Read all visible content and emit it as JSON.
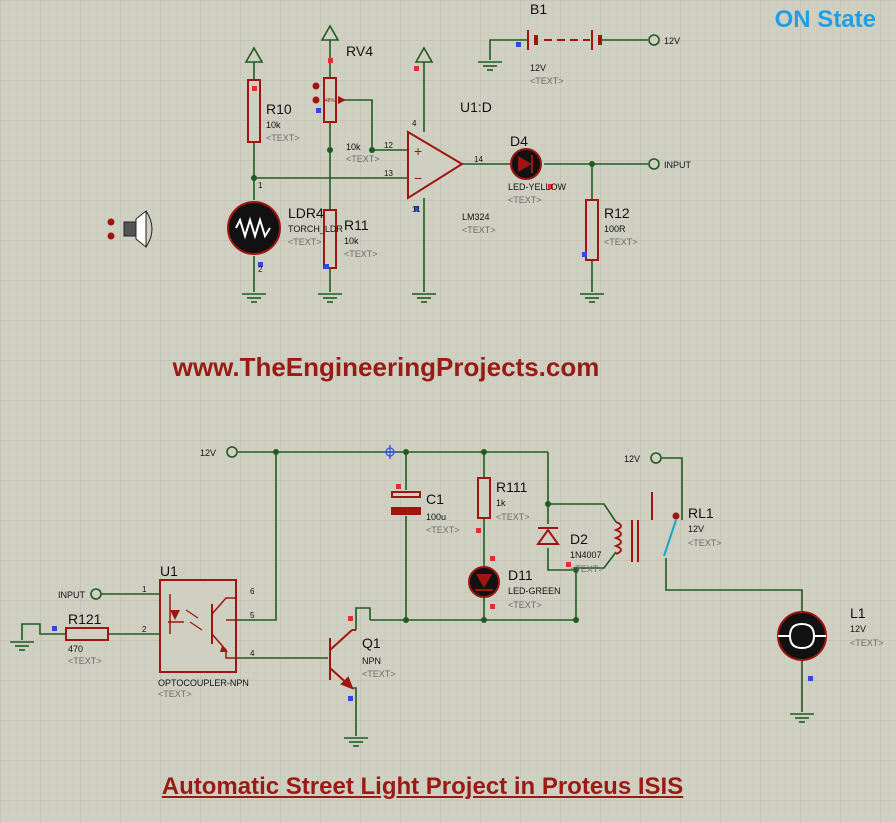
{
  "state": "ON State",
  "website": "www.TheEngineeringProjects.com",
  "footer_title": "Automatic Street Light Project in Proteus ISIS",
  "text_tag": "<TEXT>",
  "components": {
    "b1": {
      "ref": "B1",
      "value": "12V"
    },
    "rv4": {
      "ref": "RV4",
      "value": "10k",
      "pct": "48%"
    },
    "r10": {
      "ref": "R10",
      "value": "10k"
    },
    "u1d": {
      "ref": "U1:D",
      "value": "LM324"
    },
    "d4": {
      "ref": "D4",
      "value": "LED-YELLOW"
    },
    "ldr4": {
      "ref": "LDR4",
      "value": "TORCH_LDR"
    },
    "r11": {
      "ref": "R11",
      "value": "10k"
    },
    "r12": {
      "ref": "R12",
      "value": "100R"
    },
    "c1": {
      "ref": "C1",
      "value": "100u"
    },
    "r111": {
      "ref": "R111",
      "value": "1k"
    },
    "d2": {
      "ref": "D2",
      "value": "1N4007"
    },
    "d11": {
      "ref": "D11",
      "value": "LED-GREEN"
    },
    "rl1": {
      "ref": "RL1",
      "value": "12V"
    },
    "u1": {
      "ref": "U1",
      "value": "OPTOCOUPLER-NPN"
    },
    "r121": {
      "ref": "R121",
      "value": "470"
    },
    "q1": {
      "ref": "Q1",
      "value": "NPN"
    },
    "l1": {
      "ref": "L1",
      "value": "12V"
    }
  },
  "terminals": {
    "v12_top": "12V",
    "input_top": "INPUT",
    "v12_left": "12V",
    "v12_right": "12V",
    "input_left": "INPUT"
  },
  "pins": {
    "opamp_plus": "12",
    "opamp_minus": "13",
    "opamp_out": "14",
    "opamp_vcc": "4",
    "opamp_gnd": "11",
    "ldr_1": "1",
    "ldr_2": "2",
    "opto_1": "1",
    "opto_2": "2",
    "opto_4": "4",
    "opto_5": "5",
    "opto_6": "6"
  }
}
